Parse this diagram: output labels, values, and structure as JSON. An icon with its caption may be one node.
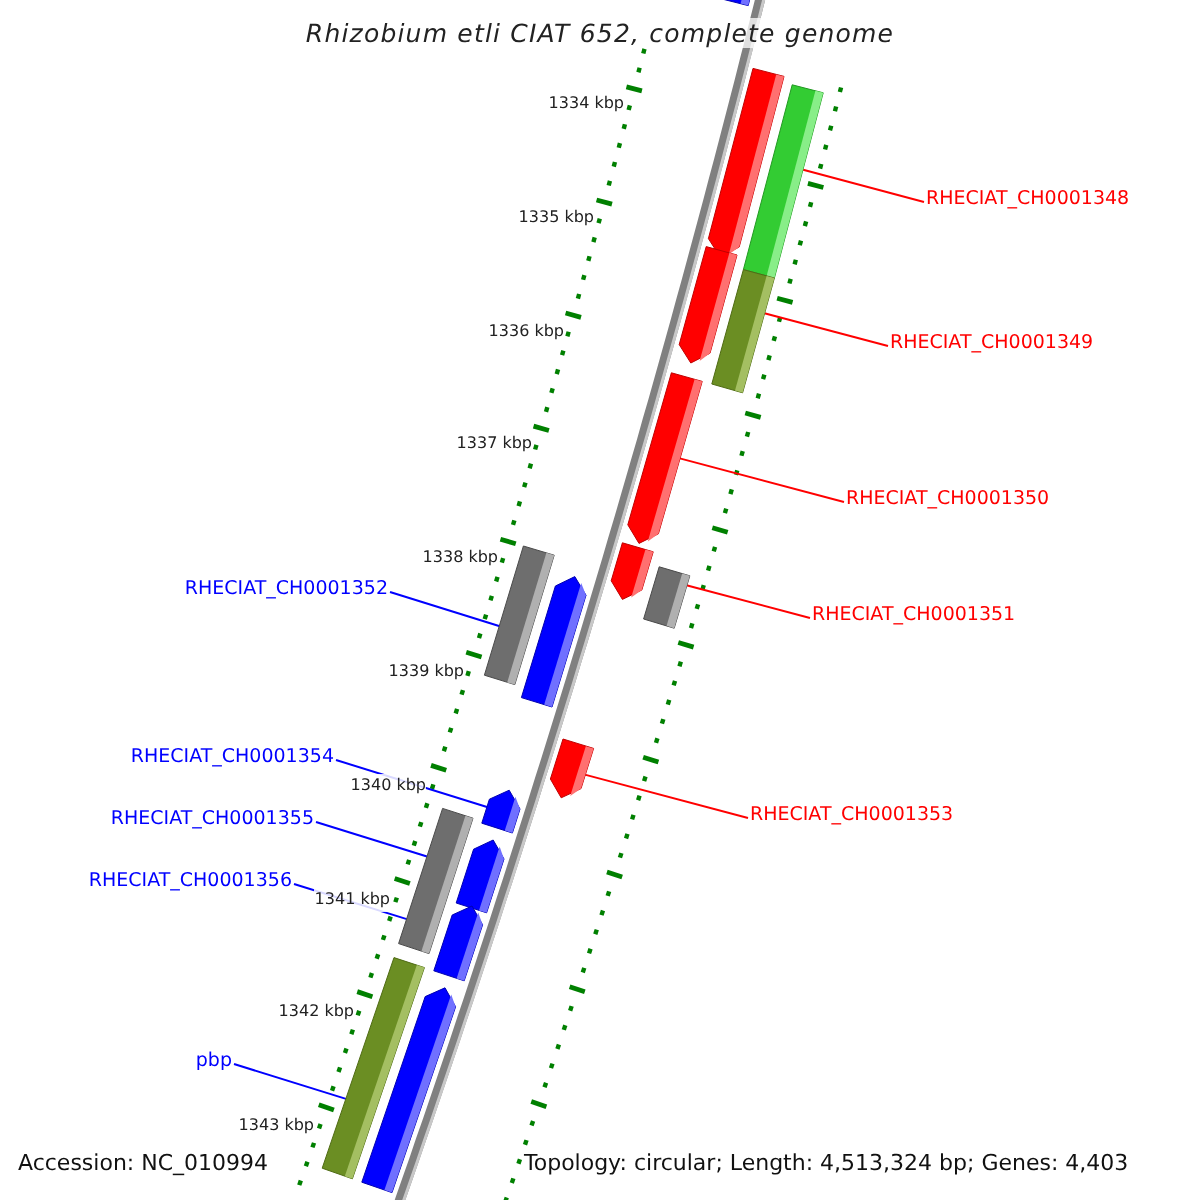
{
  "diagram": {
    "title": "Rhizobium etli CIAT 652, complete genome",
    "nodes": [
      {
        "text": [
          "RHECIAT_CH0001348"
        ]
      },
      {
        "text": [
          "RHECIAT_CH0001349"
        ]
      },
      {
        "text": [
          "RHECIAT_CH0001350"
        ]
      },
      {
        "text": [
          "RHECIAT_CH0001352"
        ]
      },
      {
        "text": [
          "RHECIAT_CH0001351"
        ]
      },
      {
        "text": [
          "RHECIAT_CH0001354"
        ]
      },
      {
        "text": [
          "RHECIAT_CH0001353"
        ]
      },
      {
        "text": [
          "RHECIAT_CH0001355"
        ]
      },
      {
        "text": [
          "RHECIAT_CH0001356"
        ]
      },
      {
        "text": [
          "pbp"
        ]
      },
      {
        "text": [],
        "shape": "bar"
      },
      {
        "text": [],
        "shape": "arrow"
      },
      {
        "text": [],
        "shape": "bar"
      },
      {
        "text": [],
        "shape": "arrow"
      },
      {
        "text": [],
        "shape": "bar"
      },
      {
        "text": [],
        "shape": "arrow"
      },
      {
        "text": [],
        "shape": "arrow"
      },
      {
        "text": [],
        "shape": "bar"
      },
      {
        "text": [],
        "shape": "bar"
      },
      {
        "text": [],
        "shape": "arrow"
      },
      {
        "text": [],
        "shape": "arrow"
      },
      {
        "text": [],
        "shape": "arrow"
      },
      {
        "text": [],
        "shape": "bar"
      },
      {
        "text": [],
        "shape": "arrow"
      },
      {
        "text": [],
        "shape": "arrow"
      },
      {
        "text": [],
        "shape": "bar"
      },
      {
        "text": [],
        "shape": "arrow"
      }
    ],
    "edges": [
      {
        "from": 0,
        "to": 12,
        "arrow": "none",
        "color": "#ff0000"
      },
      {
        "from": 1,
        "to": 14,
        "arrow": "none",
        "color": "#ff0000"
      },
      {
        "from": 2,
        "to": 15,
        "arrow": "none",
        "color": "#ff0000"
      },
      {
        "from": 3,
        "to": 18,
        "arrow": "none",
        "color": "#0000ff"
      },
      {
        "from": 4,
        "to": 17,
        "arrow": "none",
        "color": "#ff0000"
      },
      {
        "from": 5,
        "to": 21,
        "arrow": "none",
        "color": "#0000ff"
      },
      {
        "from": 6,
        "to": 20,
        "arrow": "none",
        "color": "#ff0000"
      },
      {
        "from": 7,
        "to": 22,
        "arrow": "none",
        "color": "#0000ff"
      },
      {
        "from": 8,
        "to": 22,
        "arrow": "none",
        "color": "#0000ff"
      },
      {
        "from": 9,
        "to": 25,
        "arrow": "none",
        "color": "#0000ff"
      }
    ],
    "labels": [
      "1334 kbp",
      "1335 kbp",
      "1336 kbp",
      "1337 kbp",
      "1338 kbp",
      "1339 kbp",
      "1340 kbp",
      "1341 kbp",
      "1342 kbp",
      "1343 kbp",
      "Accession: NC_010994",
      "Topology: circular; Length: 4,513,324 bp; Genes: 4,403"
    ]
  }
}
